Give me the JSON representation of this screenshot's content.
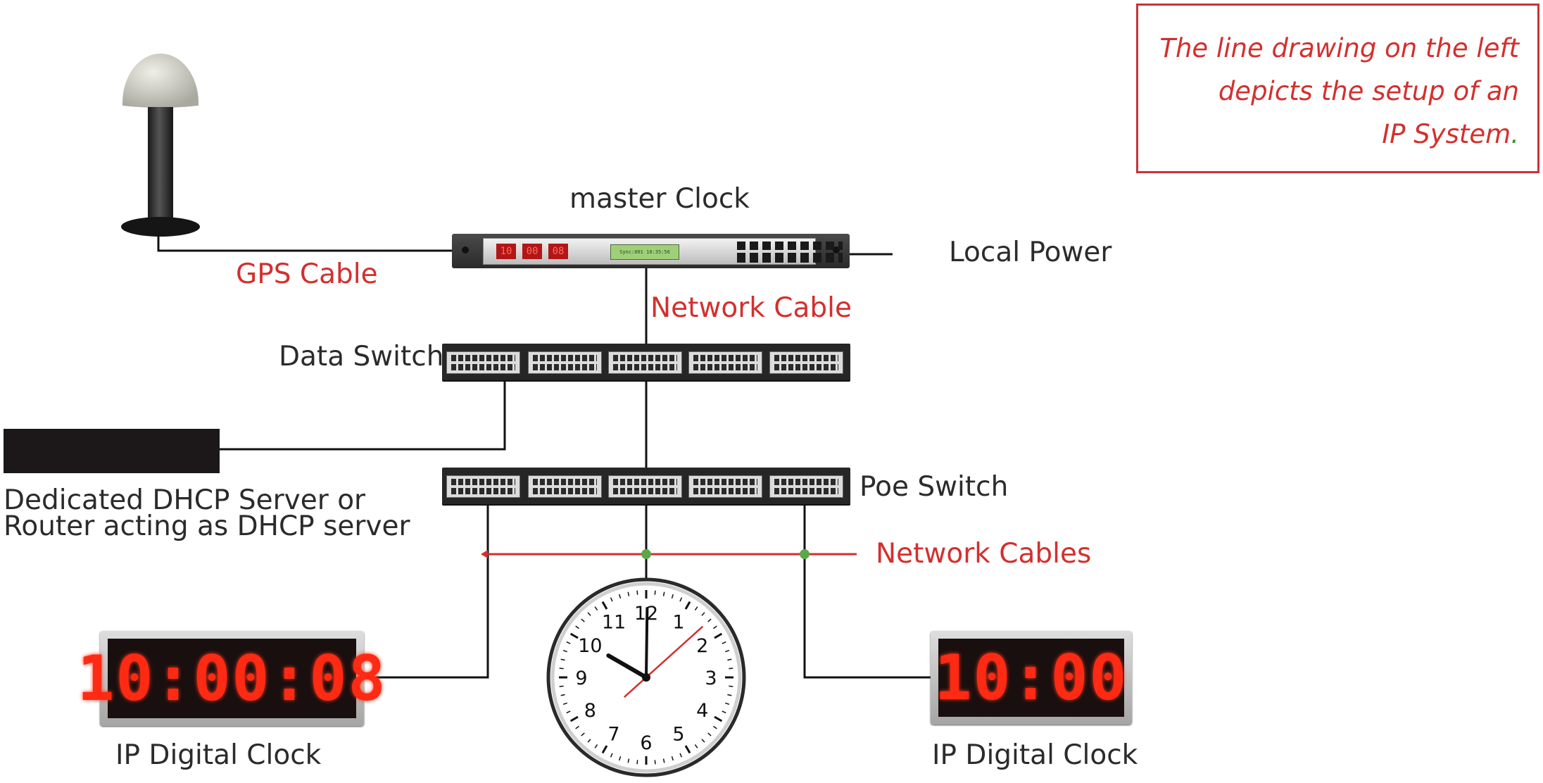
{
  "note": {
    "lines": [
      "The line drawing on the left",
      "depicts the setup of an",
      "IP System"
    ],
    "dot": "."
  },
  "labels": {
    "master_clock": "master Clock",
    "local_power": "Local Power",
    "gps_cable": "GPS Cable",
    "network_cable": "Network Cable",
    "data_switch": "Data Switch",
    "poe_switch": "Poe Switch",
    "dhcp_line1": "Dedicated DHCP Server or",
    "dhcp_line2": "Router acting as DHCP server",
    "network_cables": "Network Cables",
    "ip_clock_left": "IP Digital Clock",
    "ip_clock_right": "IP Digital Clock"
  },
  "master_clock_panel": {
    "led_values": [
      "10",
      "00",
      "08"
    ],
    "lcd_text": "Sync:001   10:35:56"
  },
  "digital_clock_left": {
    "display": "10:00:08"
  },
  "digital_clock_right": {
    "display": "10:00"
  },
  "analog_clock": {
    "numbers": [
      "12",
      "1",
      "2",
      "3",
      "4",
      "5",
      "6",
      "7",
      "8",
      "9",
      "10",
      "11"
    ],
    "time": {
      "hour": 10,
      "minute": 0,
      "second": 8
    }
  },
  "colors": {
    "label_red": "#d2302e",
    "label_dark": "#2b2b2b",
    "wire_black": "#111111",
    "wire_red": "#d2302e",
    "junction_green": "#5ea64a",
    "note_border": "#c7343a",
    "digit_red": "#ff2a14"
  }
}
